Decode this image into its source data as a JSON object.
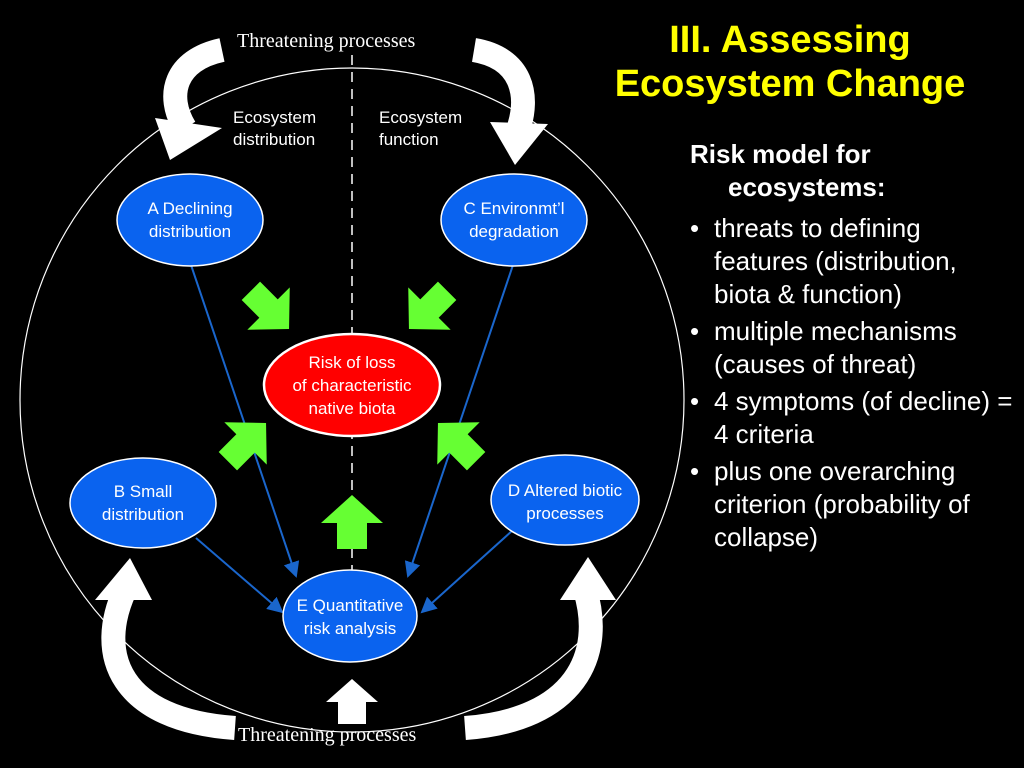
{
  "slide": {
    "title_line1": "III. Assessing",
    "title_line2": "Ecosystem Change",
    "colors": {
      "background": "#000000",
      "title": "#ffff00",
      "node": "#0a63ef",
      "risk_node": "#ff0000",
      "green_arrow": "#66ff33",
      "connector": "#1a66cc",
      "text": "#ffffff"
    }
  },
  "diagram": {
    "threat_top": "Threatening processes",
    "threat_bottom": "Threatening processes",
    "col_left_line1": "Ecosystem",
    "col_left_line2": "distribution",
    "col_right_line1": "Ecosystem",
    "col_right_line2": "function",
    "nodes": {
      "a": {
        "line1": "A Declining",
        "line2": "distribution"
      },
      "c": {
        "line1": "C Environmt’l",
        "line2": "degradation"
      },
      "risk": {
        "line1": "Risk of loss",
        "line2": "of characteristic",
        "line3": "native biota"
      },
      "b": {
        "line1": "B Small",
        "line2": "distribution"
      },
      "d": {
        "line1": "D Altered biotic",
        "line2": "processes"
      },
      "e": {
        "line1": "E Quantitative",
        "line2": "risk analysis"
      }
    }
  },
  "sidebar": {
    "heading_line1": "Risk model  for",
    "heading_line2": "ecosystems:",
    "bullets": [
      "threats to defining features (distribution, biota & function)",
      "multiple mechanisms (causes of threat)",
      "4 symptoms (of decline) = 4 criteria",
      "plus one overarching criterion (probability of collapse)"
    ]
  }
}
